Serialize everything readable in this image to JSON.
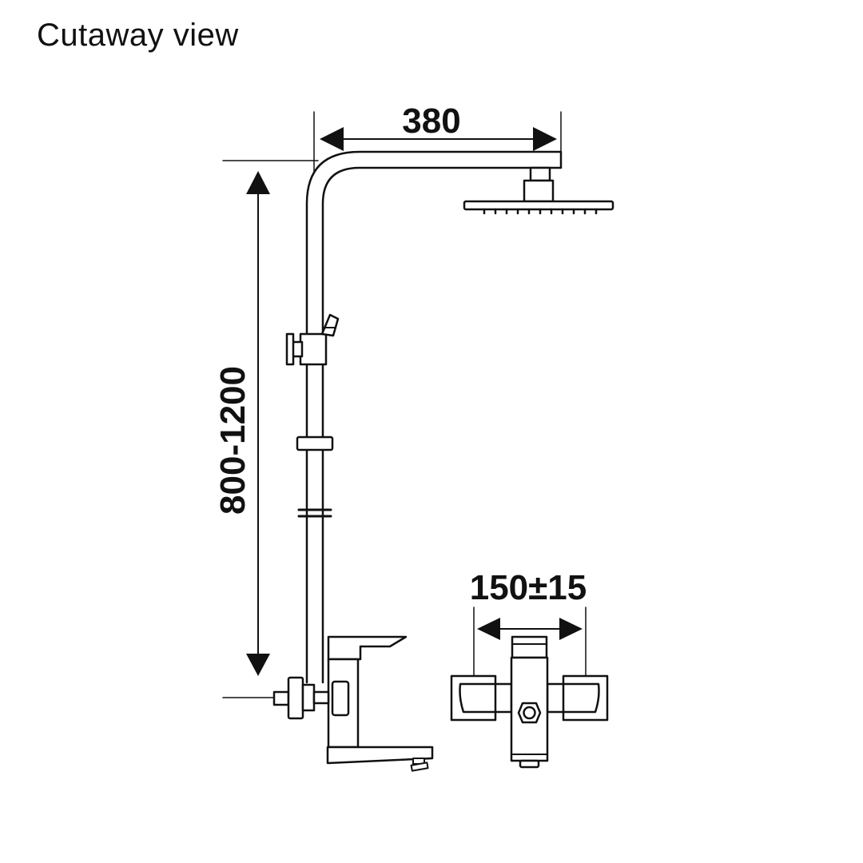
{
  "title": "Cutaway view",
  "dimensions": {
    "width": "380",
    "height": "800-1200",
    "spacing": "150±15"
  },
  "colors": {
    "line": "#111111",
    "background": "#ffffff"
  }
}
